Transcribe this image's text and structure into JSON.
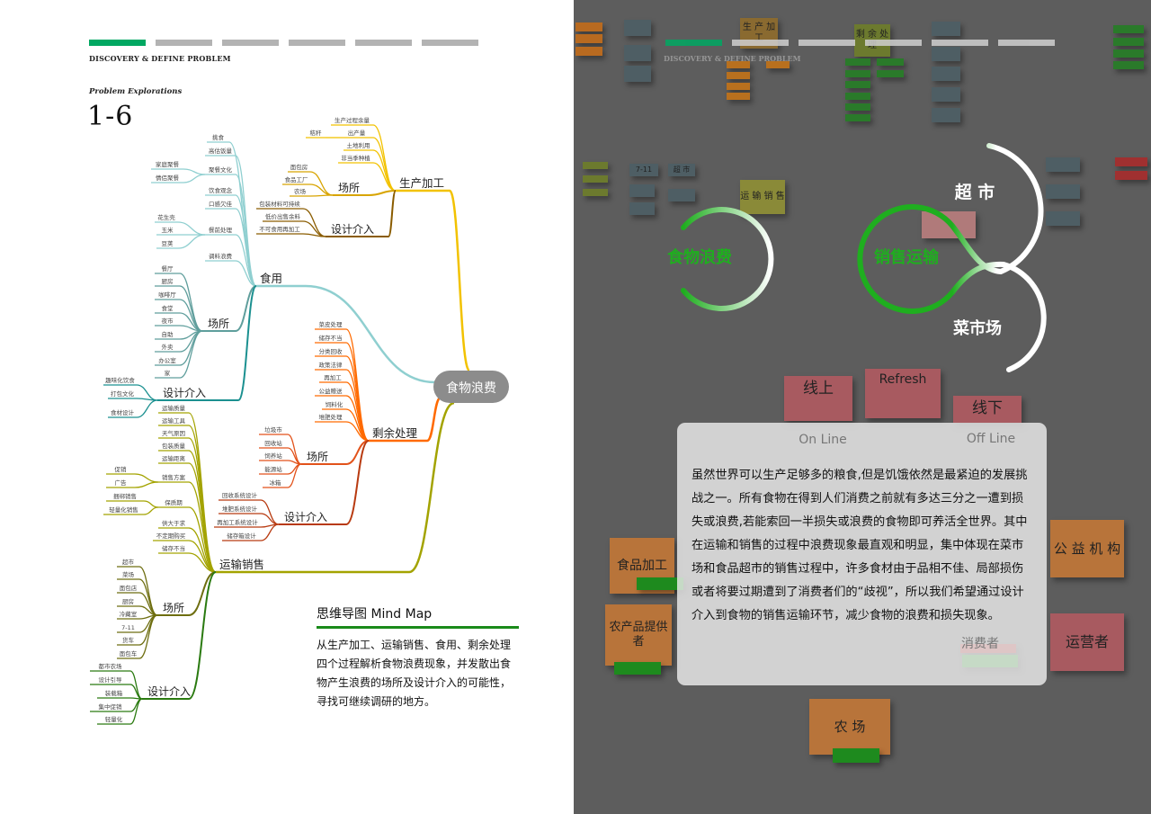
{
  "header": {
    "section": "DISCOVERY & DEFINE PROBLEM",
    "subtitle": "Problem Explorations",
    "page_number": "1-6",
    "progress_steps": 6,
    "active_step": 1,
    "accent": "#00a862"
  },
  "mindmap": {
    "center": "食物浪费",
    "branches": [
      {
        "label": "生产加工",
        "color": "#f2c200",
        "items": [
          {
            "label": "生产过程余量"
          },
          {
            "label": "出产量",
            "children": [
              {
                "label": "秸秆"
              }
            ]
          },
          {
            "label": "土地利用"
          },
          {
            "label": "非当季种植"
          }
        ],
        "groups": [
          {
            "label": "场所",
            "color": "#d8a400",
            "items": [
              {
                "label": "面包房"
              },
              {
                "label": "食品工厂"
              },
              {
                "label": "农场"
              }
            ]
          },
          {
            "label": "设计介入",
            "color": "#8a5c00",
            "items": [
              {
                "label": "包装材料可持续"
              },
              {
                "label": "低价出售余料"
              },
              {
                "label": "不可食用再加工"
              }
            ]
          }
        ]
      },
      {
        "label": "食用",
        "color": "#8fcfd0",
        "items": [
          {
            "label": "挑食"
          },
          {
            "label": "高估饭量"
          },
          {
            "label": "聚餐文化",
            "children": [
              {
                "label": "家庭聚餐"
              },
              {
                "label": "情侣聚餐"
              }
            ]
          },
          {
            "label": "饮食观念"
          },
          {
            "label": "口感欠佳"
          },
          {
            "label": "餐前处理",
            "children": [
              {
                "label": "花生壳"
              },
              {
                "label": "玉米"
              },
              {
                "label": "豆荚"
              }
            ]
          },
          {
            "label": "调料浪费"
          }
        ],
        "groups": [
          {
            "label": "场所",
            "color": "#5f9e9c",
            "items": [
              {
                "label": "餐厅"
              },
              {
                "label": "厨房"
              },
              {
                "label": "咖啡厅"
              },
              {
                "label": "食堂"
              },
              {
                "label": "夜市"
              },
              {
                "label": "自助"
              },
              {
                "label": "外卖"
              },
              {
                "label": "办公室"
              },
              {
                "label": "家"
              }
            ]
          },
          {
            "label": "设计介入",
            "color": "#1b9090",
            "items": [
              {
                "label": "趣味化饮食"
              },
              {
                "label": "打包文化"
              },
              {
                "label": "食材设计"
              }
            ]
          }
        ]
      },
      {
        "label": "剩余处理",
        "color": "#ff6a00",
        "items": [
          {
            "label": "菜皮处理"
          },
          {
            "label": "储存不当"
          },
          {
            "label": "分类回收"
          },
          {
            "label": "政策法律"
          },
          {
            "label": "再加工"
          },
          {
            "label": "公益赠送"
          },
          {
            "label": "饲料化"
          },
          {
            "label": "堆肥处理"
          }
        ],
        "groups": [
          {
            "label": "场所",
            "color": "#e2521a",
            "items": [
              {
                "label": "垃圾市"
              },
              {
                "label": "回收站"
              },
              {
                "label": "饲养站"
              },
              {
                "label": "能源站"
              },
              {
                "label": "冰箱"
              }
            ]
          },
          {
            "label": "设计介入",
            "color": "#b83a10",
            "items": [
              {
                "label": "回收系统设计"
              },
              {
                "label": "堆肥系统设计"
              },
              {
                "label": "再加工系统设计"
              },
              {
                "label": "储存箱设计"
              }
            ]
          }
        ]
      },
      {
        "label": "运输销售",
        "color": "#a3a300",
        "items": [
          {
            "label": "运输质量"
          },
          {
            "label": "运输工具"
          },
          {
            "label": "天气原因"
          },
          {
            "label": "包装质量"
          },
          {
            "label": "运输距离"
          },
          {
            "label": "销售方案",
            "children": [
              {
                "label": "促销"
              },
              {
                "label": "广告"
              }
            ]
          },
          {
            "label": "保质期",
            "children": [
              {
                "label": "捆绑销售"
              },
              {
                "label": "轻量化销售"
              }
            ]
          },
          {
            "label": "供大于求"
          },
          {
            "label": "不定期购买"
          },
          {
            "label": "储存不当"
          }
        ],
        "groups": [
          {
            "label": "场所",
            "color": "#6e6e10",
            "items": [
              {
                "label": "超市"
              },
              {
                "label": "菜场"
              },
              {
                "label": "面包店"
              },
              {
                "label": "厨房"
              },
              {
                "label": "冷藏室"
              },
              {
                "label": "7-11"
              },
              {
                "label": "货车"
              },
              {
                "label": "面包车"
              }
            ]
          },
          {
            "label": "设计介入",
            "color": "#2a7a10",
            "items": [
              {
                "label": "都市农场"
              },
              {
                "label": "设计引导"
              },
              {
                "label": "装载箱"
              },
              {
                "label": "集中促销"
              },
              {
                "label": "轻量化"
              }
            ]
          }
        ]
      }
    ]
  },
  "description": {
    "title": "思维导图 Mind Map",
    "body": "从生产加工、运输销售、食用、剩余处理四个过程解析食物浪费现象，并发散出食物产生浪费的场所及设计介入的可能性，寻找可继续调研的地方。"
  },
  "photo_panel": {
    "header_section": "DISCOVERY & DEFINE PROBLEM",
    "diagram": {
      "left": "食物浪费",
      "middle": "销售运输",
      "top_right": "超 市",
      "bottom_right": "菜市场",
      "green": "#1fae1f"
    },
    "notes": [
      "线上",
      "On Line",
      "Refresh",
      "线下",
      "Off Line",
      "食品加工",
      "公 益 机 构",
      "农产品提供者",
      "消费者",
      "运营者",
      "农 场",
      "超 市",
      "7-11",
      "运 输 销 售",
      "生 产 加 工",
      "剩 余 处 理"
    ],
    "text": "虽然世界可以生产足够多的粮食,但是饥饿依然是最紧迫的发展挑战之一。所有食物在得到人们消费之前就有多达三分之一遭到损失或浪费,若能索回一半损失或浪费的食物即可养活全世界。其中在运输和销售的过程中浪费现象最直观和明显，集中体现在菜市场和食品超市的销售过程中，许多食材由于品相不佳、局部损伤或者将要过期遭到了消费者们的“歧视”，所以我们希望通过设计介入到食物的销售运输环节，减少食物的浪费和损失现象。"
  }
}
